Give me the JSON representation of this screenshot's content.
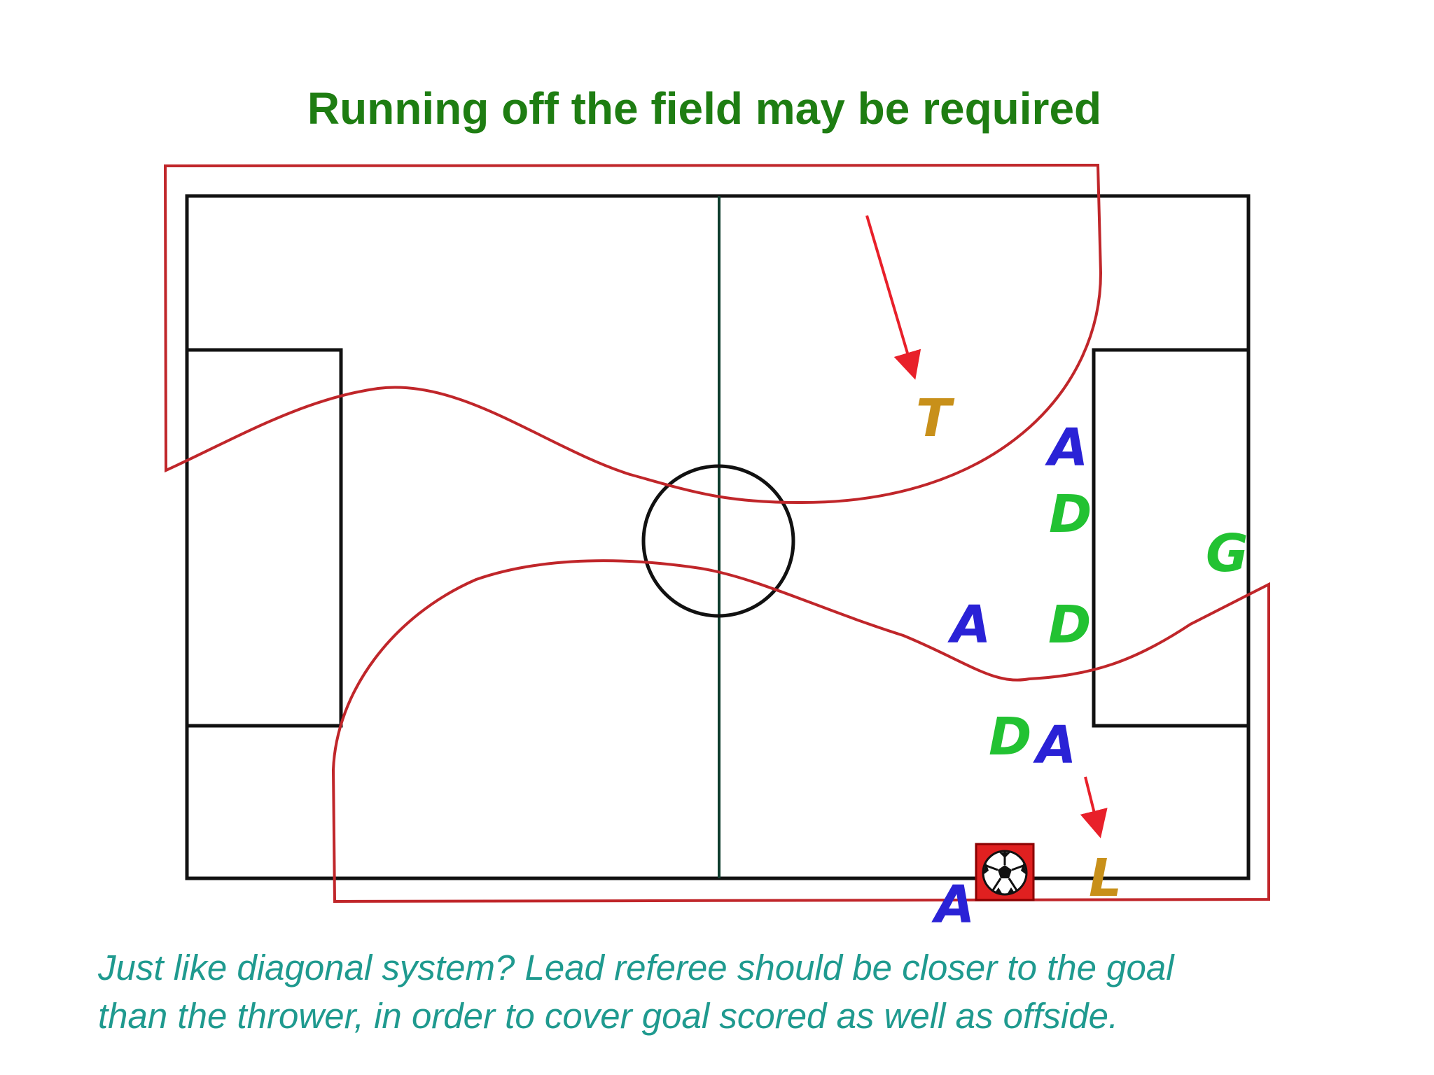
{
  "title": "Running off the field may be required",
  "caption": {
    "line1": "Just like diagonal system?  Lead referee should be closer to the goal",
    "line2": "than the thrower, in order to cover goal scored as well as offside."
  },
  "colors": {
    "title": "#1e7d12",
    "caption": "#1f9a8f",
    "field_lines": "#111111",
    "halfway_line": "#0f3d2e",
    "coverage_path": "#c0262a",
    "arrow": "#e8202a",
    "attacker": "#2a22d6",
    "defender": "#22c232",
    "goalkeeper": "#22c232",
    "referee": "#c8901a",
    "ball_box": "#e02020"
  },
  "players": [
    {
      "role": "referee",
      "label": "T",
      "color": "#c8901a"
    },
    {
      "role": "attacker",
      "label": "A",
      "color": "#2a22d6"
    },
    {
      "role": "defender",
      "label": "D",
      "color": "#22c232"
    },
    {
      "role": "goalkeeper",
      "label": "G",
      "color": "#22c232"
    },
    {
      "role": "attacker",
      "label": "A",
      "color": "#2a22d6"
    },
    {
      "role": "defender",
      "label": "D",
      "color": "#22c232"
    },
    {
      "role": "defender",
      "label": "D",
      "color": "#22c232"
    },
    {
      "role": "attacker",
      "label": "A",
      "color": "#2a22d6"
    },
    {
      "role": "referee",
      "label": "L",
      "color": "#c8901a"
    },
    {
      "role": "attacker",
      "label": "A",
      "color": "#2a22d6"
    }
  ],
  "ball_icon": "soccer-ball-icon"
}
